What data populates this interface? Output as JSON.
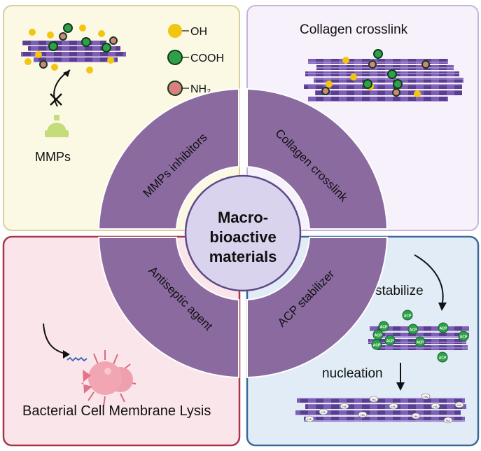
{
  "center": {
    "line1": "Macro-",
    "line2": "bioactive",
    "line3": "materials"
  },
  "ring": {
    "top_left": "MMPs inhibitors",
    "top_right": "Collagen crosslink",
    "bottom_left": "Antiseptic agent",
    "bottom_right": "ACP stabilizer"
  },
  "panels": {
    "top_left": {
      "enzyme_label": "MMPs",
      "legend": [
        {
          "prefix": "",
          "label": "OH",
          "color": "#f2c511"
        },
        {
          "prefix": "",
          "label": "COOH",
          "color": "#2fa04a"
        },
        {
          "prefix": "",
          "label": "NH₂",
          "color": "#d98080"
        }
      ]
    },
    "top_right": {
      "title": "Collagen crosslink"
    },
    "bottom_left": {
      "caption": "Bacterial Cell Membrane Lysis"
    },
    "bottom_right": {
      "step1": "stabilize",
      "step2": "nucleation",
      "particle_label": "ACP",
      "crystal_label": "HA"
    }
  },
  "colors": {
    "ring": "#8b6aa0",
    "center_fill": "#d9d3ee",
    "panel_tl_fill": "#fbf8e4",
    "panel_tl_border": "#d8cf9c",
    "panel_tr_fill": "#f6f1fb",
    "panel_tr_border": "#c7b4dd",
    "panel_bl_fill": "#fae6ea",
    "panel_bl_border": "#a8354a",
    "panel_br_fill": "#e1ecf6",
    "panel_br_border": "#3a6a9a"
  }
}
